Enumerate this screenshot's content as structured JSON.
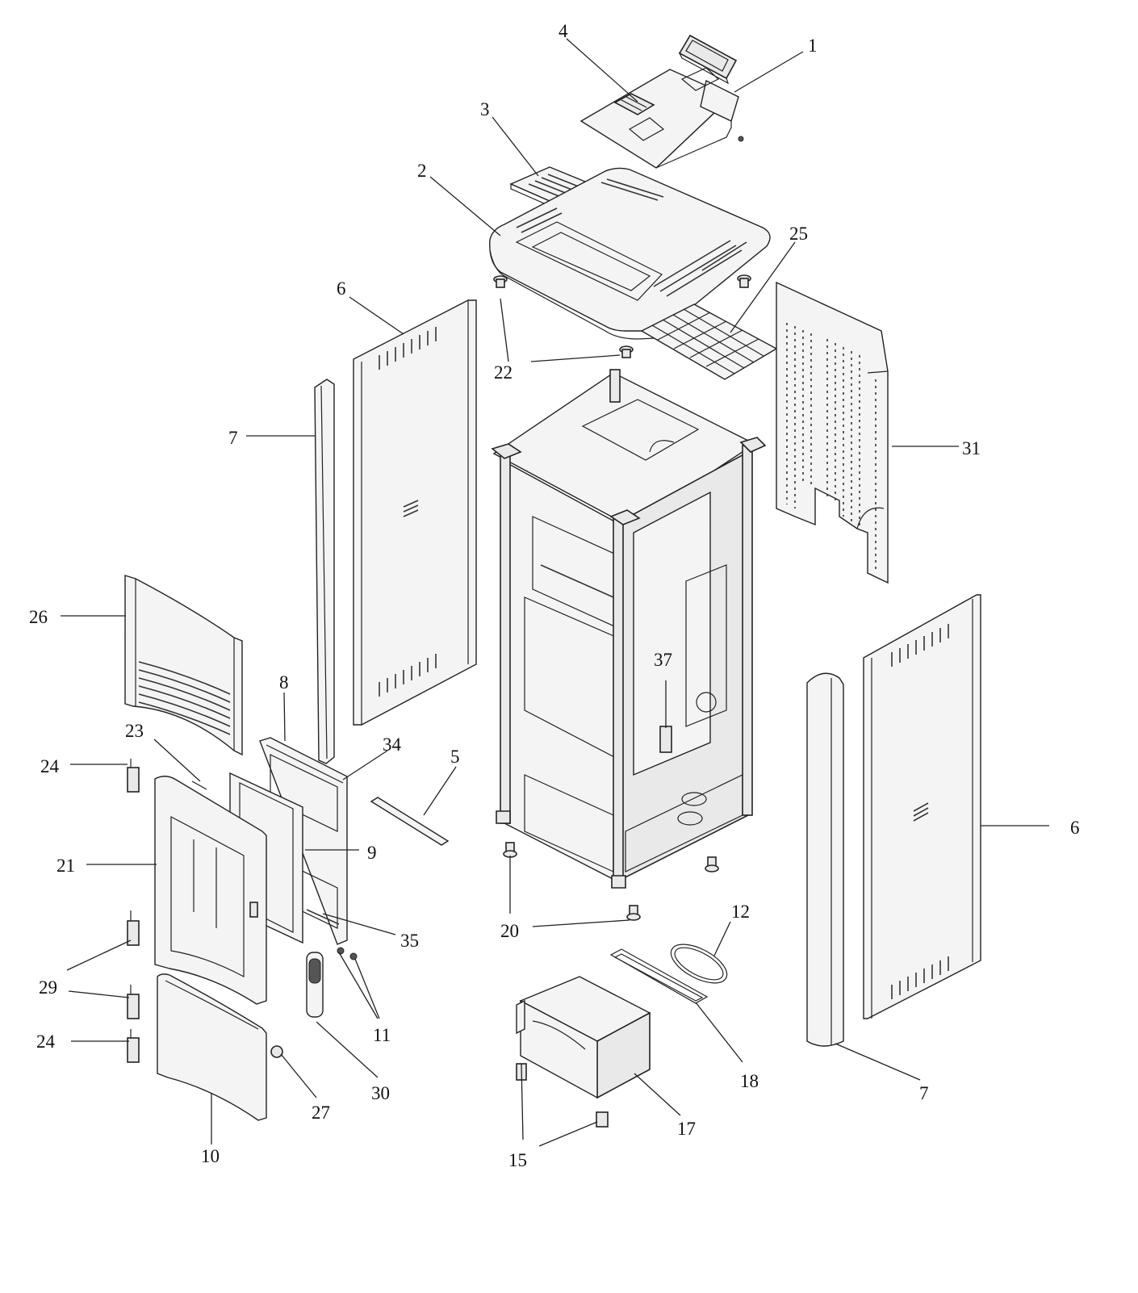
{
  "callouts": [
    {
      "id": "c1",
      "text": "1"
    },
    {
      "id": "c2",
      "text": "2"
    },
    {
      "id": "c3",
      "text": "3"
    },
    {
      "id": "c4",
      "text": "4"
    },
    {
      "id": "c5",
      "text": "5"
    },
    {
      "id": "c6a",
      "text": "6"
    },
    {
      "id": "c6b",
      "text": "6"
    },
    {
      "id": "c7a",
      "text": "7"
    },
    {
      "id": "c7b",
      "text": "7"
    },
    {
      "id": "c8",
      "text": "8"
    },
    {
      "id": "c9",
      "text": "9"
    },
    {
      "id": "c10",
      "text": "10"
    },
    {
      "id": "c11",
      "text": "11"
    },
    {
      "id": "c12",
      "text": "12"
    },
    {
      "id": "c15",
      "text": "15"
    },
    {
      "id": "c17",
      "text": "17"
    },
    {
      "id": "c18",
      "text": "18"
    },
    {
      "id": "c20",
      "text": "20"
    },
    {
      "id": "c21",
      "text": "21"
    },
    {
      "id": "c22",
      "text": "22"
    },
    {
      "id": "c23",
      "text": "23"
    },
    {
      "id": "c24a",
      "text": "24"
    },
    {
      "id": "c24b",
      "text": "24"
    },
    {
      "id": "c25",
      "text": "25"
    },
    {
      "id": "c26",
      "text": "26"
    },
    {
      "id": "c27",
      "text": "27"
    },
    {
      "id": "c29",
      "text": "29"
    },
    {
      "id": "c30",
      "text": "30"
    },
    {
      "id": "c31",
      "text": "31"
    },
    {
      "id": "c34",
      "text": "34"
    },
    {
      "id": "c35",
      "text": "35"
    },
    {
      "id": "c37",
      "text": "37"
    }
  ]
}
